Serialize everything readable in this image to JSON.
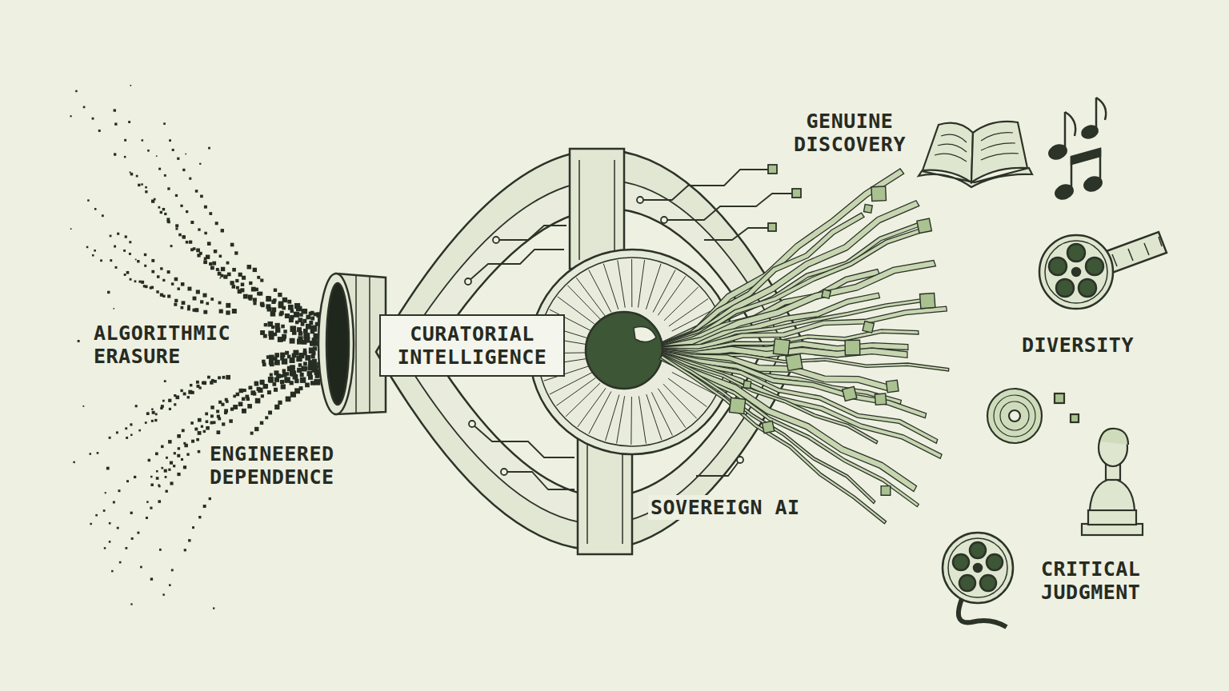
{
  "diagram": {
    "nodes": [
      {
        "text": [
          "CURATORIAL INTELLIGENCE"
        ]
      }
    ],
    "labels": [
      "ALGORITHMIC ERASURE",
      "ENGINEERED DEPENDENCE",
      "SOVEREIGN AI",
      "GENUINE DISCOVERY",
      "DIVERSITY",
      "CRITICAL JUDGMENT"
    ]
  }
}
